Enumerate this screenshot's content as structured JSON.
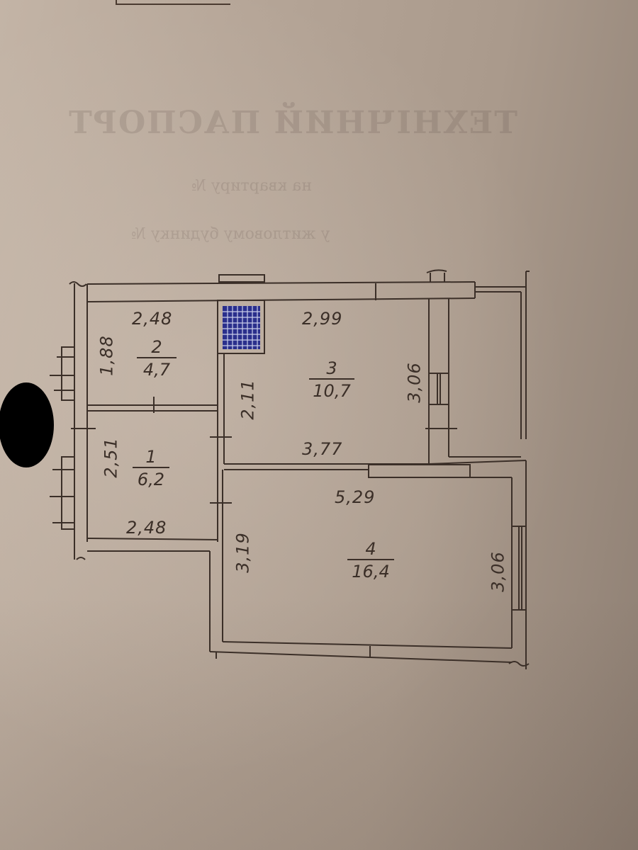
{
  "document": {
    "type": "technical-passport-floor-plan",
    "bleed_through_text": {
      "title": "ТЕХНІЧНИЙ ПАСПОРТ",
      "line1": "на квартиру №",
      "line2": "у житловому будинку №"
    }
  },
  "plan": {
    "wall_color": "#3b2f28",
    "ventshaft_color": "#2a2f8c",
    "rooms": [
      {
        "id": "1",
        "number": "1",
        "area": "6,2",
        "dims": {
          "width": "2,48",
          "height": "2,51"
        }
      },
      {
        "id": "2",
        "number": "2",
        "area": "4,7",
        "dims": {
          "width": "2,48",
          "height": "1,88"
        }
      },
      {
        "id": "3",
        "number": "3",
        "area": "10,7",
        "dims": {
          "width_top": "2,99",
          "width_bottom": "3,77",
          "height": "3,06"
        }
      },
      {
        "id": "4",
        "number": "4",
        "area": "16,4",
        "dims": {
          "width": "5,29",
          "height_left": "3,19",
          "height_right": "3,06"
        }
      }
    ],
    "corridor": {
      "height": "2,11"
    }
  }
}
